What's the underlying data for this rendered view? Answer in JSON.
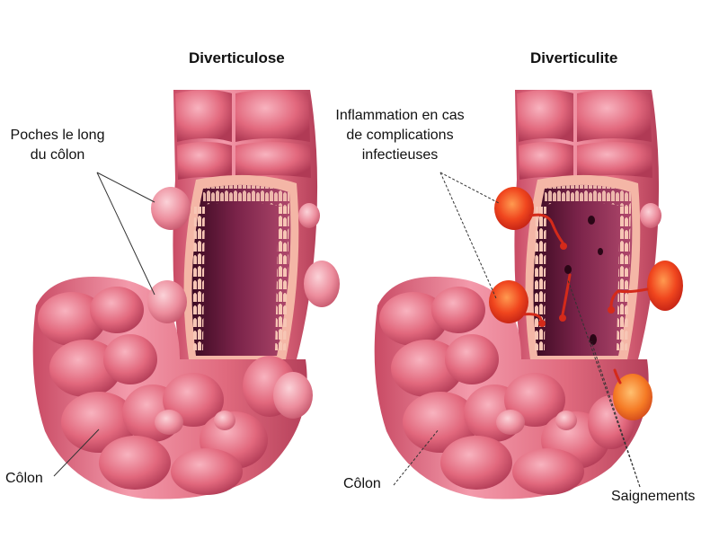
{
  "titles": {
    "left": "Diverticulose",
    "right": "Diverticulite"
  },
  "labels": {
    "pouches_line1": "Poches le long",
    "pouches_line2": "du côlon",
    "colon_left": "Côlon",
    "inflammation_line1": "Inflammation en cas",
    "inflammation_line2": "de complications",
    "inflammation_line3": "infectieuses",
    "colon_right": "Côlon",
    "bleeding": "Saignements"
  },
  "colors": {
    "tissue": "#e06a7e",
    "tissue_light": "#f19aa8",
    "tissue_dark": "#b8405a",
    "lumen": "#6e1c40",
    "lumen_deep": "#4a0f2a",
    "mucosa_edge": "#f6c1b4",
    "inflamed": "#e8321c",
    "inflamed_core": "#ff7a3c",
    "blood": "#d42a1a"
  }
}
